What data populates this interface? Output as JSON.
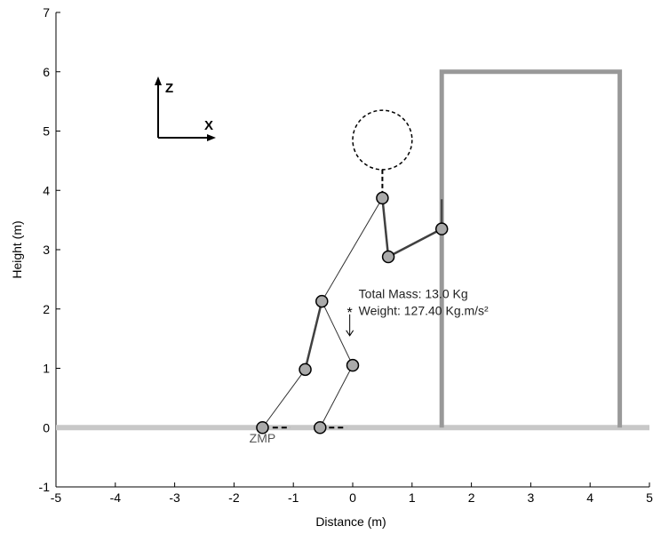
{
  "chart_data": {
    "type": "line",
    "title": "",
    "xlabel": "Distance (m)",
    "ylabel": "Height (m)",
    "xlim": [
      -5,
      5
    ],
    "ylim": [
      -1,
      7
    ],
    "xticks": [
      "-5",
      "-4",
      "-3",
      "-2",
      "-1",
      "0",
      "1",
      "2",
      "3",
      "4",
      "5"
    ],
    "yticks": [
      "-1",
      "0",
      "1",
      "2",
      "3",
      "4",
      "5",
      "6",
      "7"
    ],
    "grid": false,
    "colors": {
      "ground": "#c8c8c8",
      "wall": "#999999",
      "body_thick": "#404040",
      "body_thin": "#303030",
      "joint_fill": "#aaaaaa",
      "joint_stroke": "#000000",
      "text": "#222222",
      "zmp_text": "#555555"
    },
    "ground": {
      "x": [
        -5,
        5
      ],
      "y": 0
    },
    "wall": {
      "x": [
        1.5,
        1.5,
        4.5,
        4.5
      ],
      "y": [
        0,
        6,
        6,
        0
      ]
    },
    "head": {
      "x": 0.5,
      "y": 4.85,
      "r": 0.5
    },
    "neck": {
      "x": [
        0.5,
        0.5
      ],
      "y": [
        4.35,
        3.87
      ]
    },
    "joints": [
      {
        "name": "shoulder",
        "x": 0.5,
        "y": 3.87
      },
      {
        "name": "elbow",
        "x": 0.6,
        "y": 2.88
      },
      {
        "name": "hand",
        "x": 1.5,
        "y": 3.35
      },
      {
        "name": "hip",
        "x": -0.52,
        "y": 2.13
      },
      {
        "name": "knee-back",
        "x": -0.8,
        "y": 0.98
      },
      {
        "name": "knee-front",
        "x": 0.0,
        "y": 1.05
      },
      {
        "name": "ankle-back",
        "x": -1.52,
        "y": 0.0
      },
      {
        "name": "ankle-front",
        "x": -0.55,
        "y": 0.0
      }
    ],
    "segments": [
      {
        "from": "shoulder",
        "to": "elbow",
        "style": "thick"
      },
      {
        "from": "elbow",
        "to": "hand",
        "style": "thick"
      },
      {
        "from": "shoulder",
        "to": "hip",
        "style": "thin"
      },
      {
        "from": "hip",
        "to": "knee-back",
        "style": "thick"
      },
      {
        "from": "hip",
        "to": "knee-front",
        "style": "thin"
      },
      {
        "from": "knee-back",
        "to": "ankle-back",
        "style": "thin"
      },
      {
        "from": "knee-front",
        "to": "ankle-front",
        "style": "thin"
      }
    ],
    "feet": [
      {
        "x": [
          -1.35,
          -1.05
        ],
        "y": 0.0
      },
      {
        "x": [
          -0.4,
          -0.1
        ],
        "y": 0.0
      }
    ],
    "hand_line": {
      "x": [
        1.5,
        1.5
      ],
      "y": [
        3.35,
        3.85
      ]
    },
    "com_marker": {
      "x": -0.05,
      "y": 2.0,
      "arrow_to_y": 1.55
    },
    "annotations": [
      {
        "text": "Total Mass: 13.0 Kg",
        "x": 0.1,
        "y": 2.18
      },
      {
        "text": "Weight: 127.40 Kg.m/s²",
        "x": 0.1,
        "y": 1.9
      },
      {
        "text": "ZMP",
        "x": -1.52,
        "y": -0.25
      }
    ],
    "axes_indicator": {
      "z_label": "Z",
      "x_label": "X"
    }
  }
}
